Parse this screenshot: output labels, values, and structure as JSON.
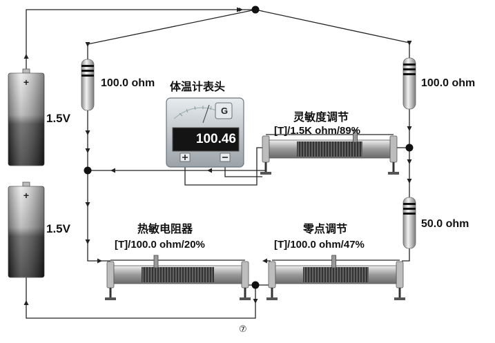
{
  "colors": {
    "wire": "#222222",
    "battery_top": "#d8d8d8",
    "battery_bottom": "#2a2a2a",
    "resistor_body": "#d9d9d9",
    "resistor_band": "#111111",
    "meter_body": "#cfd4d8",
    "meter_display": "#1a1a1a",
    "rheostat_coil": "#222222"
  },
  "batteries": [
    {
      "voltage": "1.5V",
      "terminal": "+"
    },
    {
      "voltage": "1.5V",
      "terminal": "+"
    }
  ],
  "resistors": {
    "top_left": "100.0 ohm",
    "top_right": "100.0 ohm",
    "right_lower": "50.0 ohm"
  },
  "meter": {
    "title": "体温计表头",
    "reading": "100.46",
    "badge": "G",
    "plus": "+",
    "minus": "−"
  },
  "rheostats": {
    "sensitivity": {
      "title": "灵敏度调节",
      "param": "[T]/1.5K ohm/89%",
      "slider_fraction": 0.89
    },
    "thermistor": {
      "title": "热敏电阻器",
      "param": "[T]/100.0 ohm/20%",
      "slider_fraction": 0.2
    },
    "zero": {
      "title": "零点调节",
      "param": "[T]/100.0 ohm/47%",
      "slider_fraction": 0.47
    }
  },
  "footnote": "⑦"
}
